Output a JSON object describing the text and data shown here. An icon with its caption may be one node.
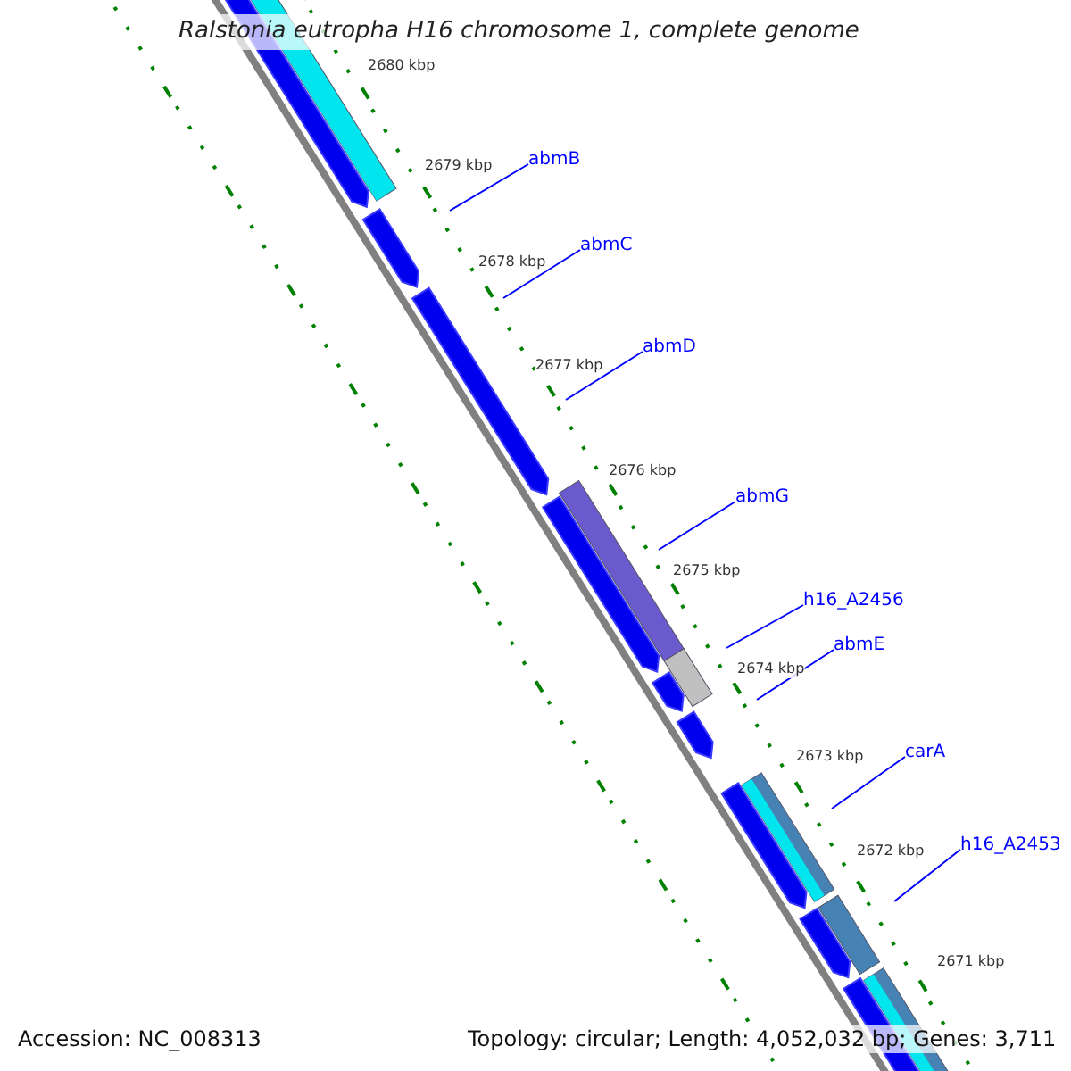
{
  "diagram": {
    "title": "Ralstonia eutropha H16 chromosome 1, complete genome",
    "nodes": [
      {
        "text": [
          "abmB"
        ]
      },
      {
        "text": [
          "abmC"
        ]
      },
      {
        "text": [
          "abmD"
        ]
      },
      {
        "text": [
          "abmG"
        ]
      },
      {
        "text": [
          "h16_A2456"
        ]
      },
      {
        "text": [
          "abmE"
        ]
      },
      {
        "text": [
          "carA"
        ]
      },
      {
        "text": [
          "h16_A2453"
        ]
      }
    ],
    "edges": [
      {
        "from": 0,
        "to": null,
        "arrow": "none"
      },
      {
        "from": 1,
        "to": null,
        "arrow": "none"
      },
      {
        "from": 2,
        "to": null,
        "arrow": "none"
      },
      {
        "from": 3,
        "to": null,
        "arrow": "none"
      },
      {
        "from": 4,
        "to": null,
        "arrow": "none"
      },
      {
        "from": 5,
        "to": null,
        "arrow": "none"
      },
      {
        "from": 6,
        "to": null,
        "arrow": "none"
      },
      {
        "from": 7,
        "to": null,
        "arrow": "none"
      }
    ],
    "labels": [
      "2680 kbp",
      "2679 kbp",
      "2678 kbp",
      "2677 kbp",
      "2676 kbp",
      "2675 kbp",
      "2674 kbp",
      "2673 kbp",
      "2672 kbp",
      "2671 kbp",
      "Accession: NC_008313",
      "Topology: circular; Length: 4,052,032 bp; Genes: 3,711"
    ]
  }
}
